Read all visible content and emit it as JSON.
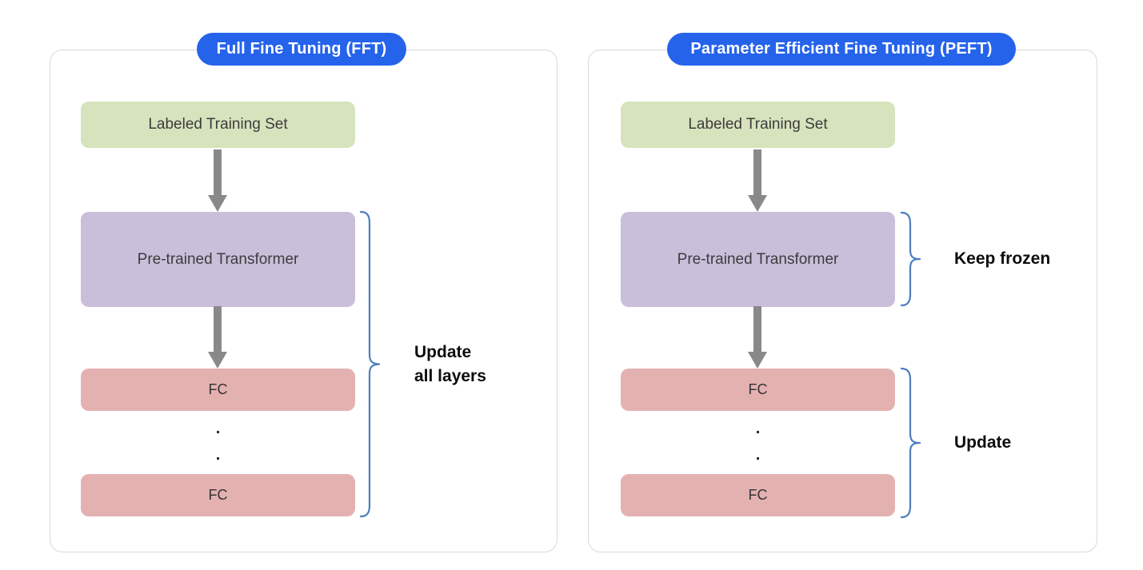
{
  "panels": [
    {
      "title": "Full Fine Tuning (FFT)",
      "nodes": {
        "training_set": "Labeled Training Set",
        "transformer": "Pre-trained Transformer",
        "fc_top": "FC",
        "fc_bottom": "FC"
      },
      "dots": [
        ".",
        "."
      ],
      "annotations": {
        "update_all": "Update\nall layers"
      }
    },
    {
      "title": "Parameter Efficient Fine Tuning (PEFT)",
      "nodes": {
        "training_set": "Labeled Training Set",
        "transformer": "Pre-trained Transformer",
        "fc_top": "FC",
        "fc_bottom": "FC"
      },
      "dots": [
        ".",
        "."
      ],
      "annotations": {
        "keep_frozen": "Keep frozen",
        "update": "Update"
      }
    }
  ],
  "colors": {
    "badge_background": "#2563EB",
    "badge_text": "#FFFFFF",
    "training_set_box": "#D6E3BD",
    "transformer_box": "#C9BFDB",
    "fc_box": "#E4B1B1",
    "arrow": "#898989",
    "brace": "#4D7EBF",
    "panel_border": "#D9D9D9",
    "annotation_text": "#0D0D0D",
    "node_text": "#3C3C3C"
  }
}
